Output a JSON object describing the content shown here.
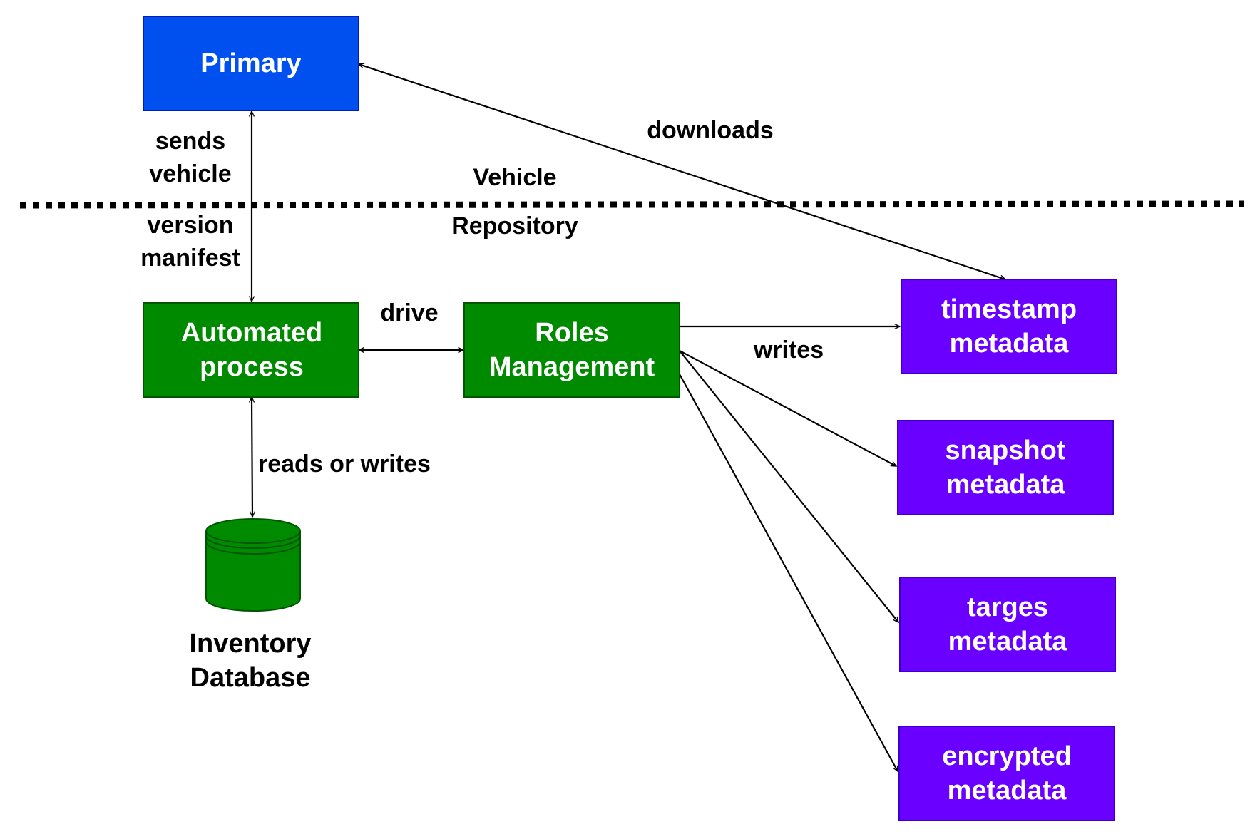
{
  "colors": {
    "primary_fill": "#0050EF",
    "primary_border": "#001DBC",
    "process_fill": "#008A00",
    "process_border": "#005700",
    "metadata_fill": "#6A00FF",
    "metadata_border": "#3700CC",
    "database_fill": "#008A00",
    "database_border": "#005700",
    "edge_color": "#000000",
    "boundary_line": "#000000"
  },
  "nodes": {
    "primary": {
      "lines": [
        "Primary"
      ]
    },
    "automated_process": {
      "lines": [
        "Automated",
        "process"
      ]
    },
    "roles_management": {
      "lines": [
        "Roles",
        "Management"
      ]
    },
    "timestamp_metadata": {
      "lines": [
        "timestamp",
        "metadata"
      ]
    },
    "snapshot_metadata": {
      "lines": [
        "snapshot",
        "metadata"
      ]
    },
    "targes_metadata": {
      "lines": [
        "targes",
        "metadata"
      ]
    },
    "encrypted_metadata": {
      "lines": [
        "encrypted",
        "metadata"
      ]
    },
    "inventory_database": {
      "lines": [
        "Inventory",
        "Database"
      ]
    }
  },
  "labels": {
    "sends_vehicle_version_manifest": [
      "sends",
      "vehicle",
      "version",
      "manifest"
    ],
    "downloads": "downloads",
    "vehicle_zone": "Vehicle",
    "repository_zone": "Repository",
    "drive": "drive",
    "writes": "writes",
    "reads_or_writes": "reads or writes"
  },
  "icons": {
    "database": "database-cylinder-icon",
    "arrowhead": "open-arrowhead"
  }
}
